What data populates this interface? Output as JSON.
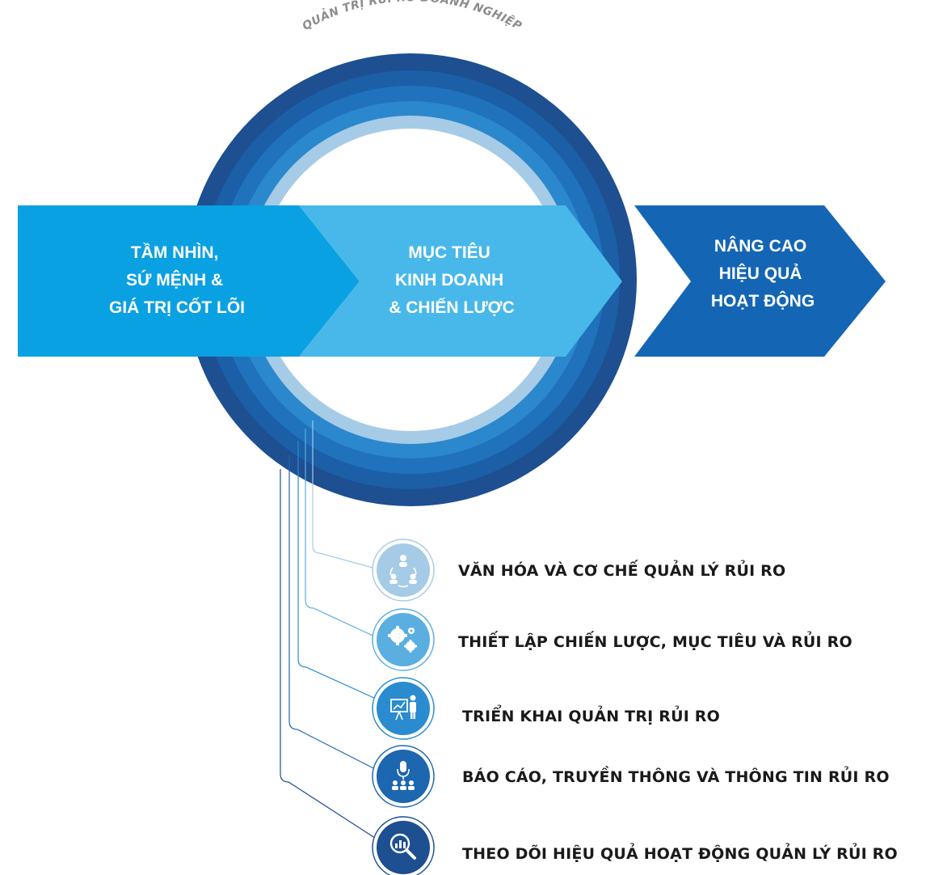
{
  "arc_title": "QUẢN TRỊ RỦI RO DOANH NGHIỆP",
  "arrows": [
    {
      "lines": [
        "TẦM NHÌN,",
        "SỨ MỆNH &",
        "GIÁ TRỊ CỐT LÕI"
      ]
    },
    {
      "lines": [
        "MỤC TIÊU",
        "KINH DOANH",
        "& CHIẾN LƯỢC"
      ]
    },
    {
      "lines": [
        "NÂNG CAO",
        "HIỆU QUẢ",
        "HOẠT ĐỘNG"
      ]
    }
  ],
  "items": [
    {
      "label": "VĂN HÓA VÀ CƠ CHẾ QUẢN LÝ RỦI RO",
      "icon": "people-cycle-icon"
    },
    {
      "label": "THIẾT LẬP CHIẾN LƯỢC, MỤC TIÊU VÀ RỦI RO",
      "icon": "gears-icon"
    },
    {
      "label": "TRIỂN KHAI QUẢN TRỊ RỦI RO",
      "icon": "presentation-icon"
    },
    {
      "label": "BÁO CÁO, TRUYỀN THÔNG VÀ THÔNG TIN RỦI RO",
      "icon": "microphone-audience-icon"
    },
    {
      "label": "THEO DÕI HIỆU QUẢ HOẠT ĐỘNG QUẢN LÝ RỦI RO",
      "icon": "magnifier-chart-icon"
    }
  ],
  "colors": {
    "ring": [
      "#1d4f91",
      "#1b5fa6",
      "#1f72bb",
      "#2b88cc",
      "#a6cbe6"
    ],
    "arrow1": "#0aa1e2",
    "arrow2": "#48b8ea",
    "arrow3": "#1466b4",
    "icons": [
      "#a6cbe6",
      "#5aaee0",
      "#2a8bcf",
      "#1d66b0",
      "#1d4f91"
    ],
    "connector": "#1f5fa0"
  }
}
